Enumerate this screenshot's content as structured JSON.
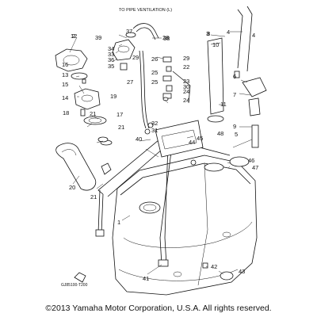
{
  "diagram": {
    "pipe_note": "TO PIPE VENTILATION (L)",
    "figure_code": "GJ85100-T200",
    "copyright": "©2013 Yamaha Motor Corporation, U.S.A. All rights reserved.",
    "part_numbers": [
      "1",
      "2",
      "3",
      "4",
      "5",
      "6",
      "7",
      "8",
      "9",
      "10",
      "11",
      "12",
      "13",
      "14",
      "15",
      "16",
      "17",
      "18",
      "19",
      "20",
      "21",
      "21",
      "21",
      "22",
      "23",
      "24",
      "24",
      "25",
      "25",
      "26",
      "27",
      "28",
      "29",
      "29",
      "30",
      "31",
      "32",
      "33",
      "34",
      "35",
      "36",
      "37",
      "38",
      "39",
      "40",
      "41",
      "42",
      "43",
      "44",
      "45",
      "46",
      "47",
      "48",
      "4"
    ]
  }
}
